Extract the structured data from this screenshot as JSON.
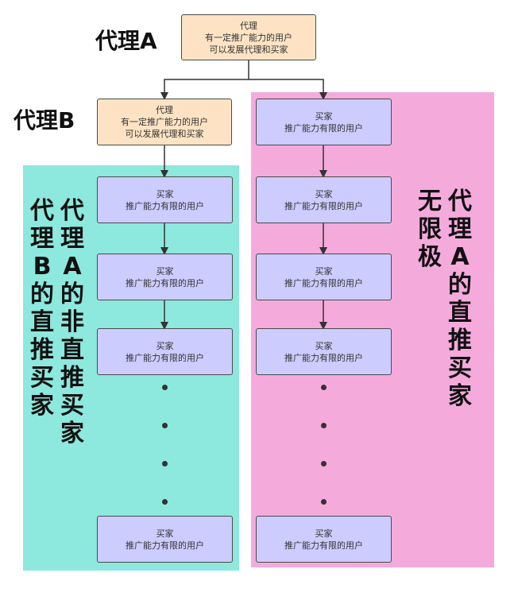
{
  "agent_a": {
    "label": "代理A",
    "box": [
      "代理",
      "有一定推广能力的用户",
      "可以发展代理和买家"
    ]
  },
  "agent_b": {
    "label": "代理B",
    "box": [
      "代理",
      "有一定推广能力的用户",
      "可以发展代理和买家"
    ]
  },
  "buyer_box": [
    "买家",
    "推广能力有限的用户"
  ],
  "left_region": {
    "label_inner": "代理A的非直推买家",
    "label_outer": "代理B的直推买家"
  },
  "right_region": {
    "label_inner": "代理A的直推买家",
    "label_outer": "无限极"
  },
  "colors": {
    "agent_fill": "#fde3c4",
    "buyer_fill": "#ccccff",
    "left_region": "#8de8dd",
    "right_region": "#f5aadc"
  }
}
